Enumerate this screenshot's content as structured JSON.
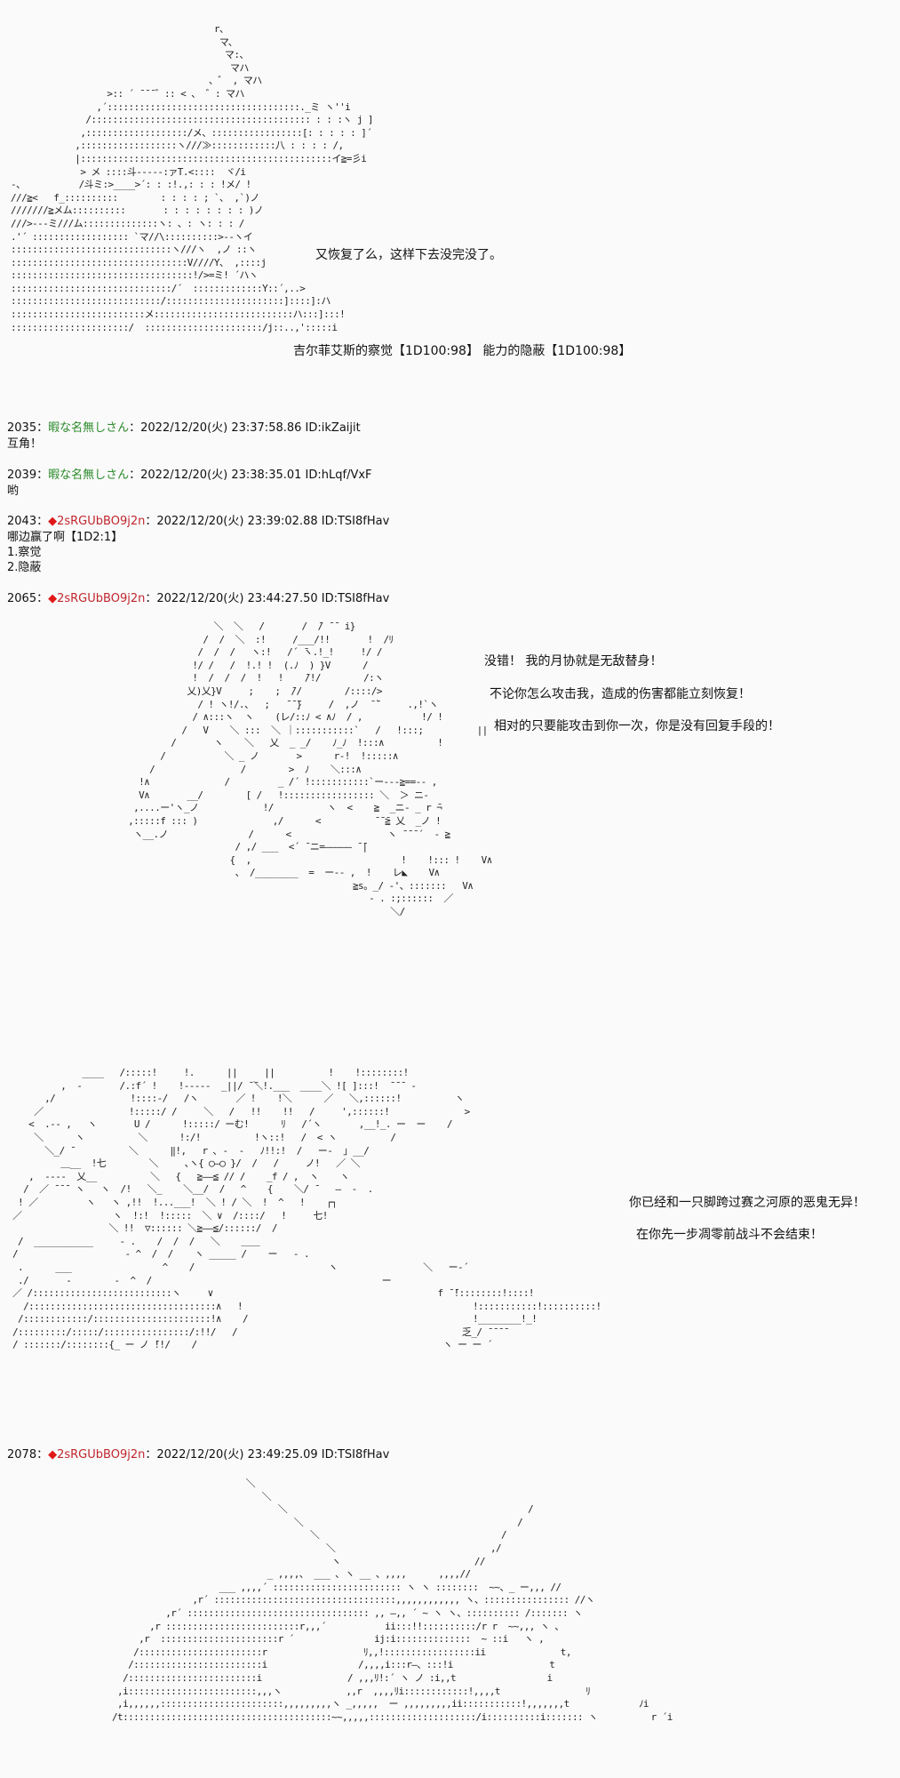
{
  "colors": {
    "background": "#fafafa",
    "text": "#111111",
    "anon_name": "#2b8a2b",
    "trip_name": "#c0262d",
    "diamond": "#e01818"
  },
  "scene1": {
    "aa_left": "                                       r、\n                                        マ、\n                                         マ:、\n                                          マハ\n                                      、゛ , マハ\n                   >:: ´ ̄ ̄ ̄ ゛:: < 、 ゛: マハ\n                 ,´::::::::::::::::::::::::::::::::::::._ミ ヽ''i\n               /::::::::::::::::::::::::::::::::::::::::: : : :ヽ j ]\n              ,:::::::::::::::::::/メ、:::::::::::::::::[: : : : : ]´\n             ,::::::::::::::::::ヽ///≫::::::::::::八 : : : : /,\n             |:::::::::::::::::::::::::::::::::::::::::::::::イ≧=彡i\n              > メ ::::斗-----:ァT.<::::  ヾ/i\n -、          /斗ミ:>____>´: : :!.,: : : !メ/ !\n ///≧<   f_::::::::::        : : : : ; `、 ,`)ノ\n ///////≧メム::::::::::       : : : : : : : : )ノ\n ///>---ミ///ム::::::::::::::ヽ: 、: ヽ: : : /\n .'´ :::::::::::::::::: `マ//\\::::::::::>--ヽイ\n ::::::::::::::::::::::::::::::ヽ///ヽ  ,ノ ::ヽ\n :::::::::::::::::::::::::::::::::V////Y、 ,::::j\n ::::::::::::::::::::::::::::::::::!/>=ミ! ´ハヽ\n ::::::::::::::::::::::::::::::/´  :::::::::::::Y::´,..>\n ::::::::::::::::::::::::::::/::::::::::::::::::::::]::::]:ハ\n :::::::::::::::::::::::::メ::::::::::::::::::::::::::ハ:::]:::!\n ::::::::::::::::::::::/  ::::::::::::::::::::::/j::..,':::::i",
    "dialogue_1": "又恢复了么，这样下去没完没了。",
    "dialogue_2": "吉尔菲艾斯的察觉【1D100:98】 能力的隐蔽【1D100:98】"
  },
  "posts": [
    {
      "number": "2035",
      "name": "暇な名無しさん",
      "date": "2022/12/20(火) 23:37:58.86",
      "id": "ID:ikZaijit",
      "body": "互角！"
    },
    {
      "number": "2039",
      "name": "暇な名無しさん",
      "date": "2022/12/20(火) 23:38:35.01",
      "id": "ID:hLqf/VxF",
      "body": "哟"
    },
    {
      "number": "2043",
      "diamond": "◆",
      "name": "2sRGUbBO9j2n",
      "date": "2022/12/20(火) 23:39:02.88",
      "id": "ID:TSI8fHav",
      "body": "哪边赢了啊【1D2:1】",
      "choices": [
        "1.察觉",
        "2.隐蔽"
      ]
    },
    {
      "number": "2065",
      "diamond": "◆",
      "name": "2sRGUbBO9j2n",
      "date": "2022/12/20(火) 23:44:27.50",
      "id": "ID:TSI8fHav"
    },
    {
      "number": "2078",
      "diamond": "◆",
      "name": "2sRGUbBO9j2n",
      "date": "2022/12/20(火) 23:49:25.09",
      "id": "ID:TSI8fHav"
    }
  ],
  "separator": "：",
  "scene2": {
    "aa": "                    ＼  ＼   /       /  ̄/ ̄ ̄  i}\n                  /  /  ＼  :!     /___/!!       !  /ﾘ\n                 /  /  /   ヽ:!   /´ ̄ヽ.!_!     !/ /\n                !/ /   /  !.! !  (.ﾉ  ) }V      /\n                !  /  /  /  !   !    ̄/!/        /:ヽ\n               乂)乂}V     ;    ;  ̄//        /::::/>\n                 / ! ヽ!/.、  ;   ̄ ̄ ̄}     /  ,ノ  ̄ ̄`     .,!`ヽ\n                / ∧:::ヽ  ヽ    (レ/::ﾉ < ∧ﾉ  / ,           !/ !\n              /   V    ＼ :::  ＼ ｜:::::::::::`   /   !:::;          ||\n            /       ヽ    ＼   乂  _ _/    ﾉ_ﾉ  !:::∧          !\n          /           ＼ _ ノ       >      r-!  !:::::∧\n        /                /        >  ﾉ    ＼:::∧\n      !∧              /         _ /´ !:::::::::::`ー---≧==-- ,\n      V∧       __/        [ /   !::::::::::::::::: ＼  ＞ ニ-\n     ,....ー'ヽ_ノ            !/          ヽ  <    ≧  _ニ- _ r ̄¬\n    ,:::::f ::: )              ,/      <          ̄ ̄ ̄≧ 乂  _ノ !\n     ヽ__.ノ               /      <                  ヽ ̄ ̄ ̄ ´  - ≧\n                        / ,/ ___  <´ ̄ ニ=――――― ̄ ̄|\n                       {  ,                            !    !::: !    V∧\n                        、 /________  =  ー-- ,  !    レ◣    V∧\n                                              ≧s。_/ -'、:::::::   V∧\n                                                 - . :;::::::  ／\n                                                     ＼/",
    "dialogue_1": "没错！  我的月协就是无敌替身！",
    "dialogue_2": "不论你怎么攻击我，造成的伤害都能立刻恢复！",
    "dialogue_3": "相对的只要能攻击到你一次，你是没有回复手段的！"
  },
  "scene3": {
    "aa": "              ____   /:::::!     !.      ||     ||          !    !::::::::!\n          ,  -       /.:f´ !    !-----  _||/ ̄ ̄＼!.___  ____＼ ![ ]:::!  ̄ ̄ ̄  -\n       ,/              !::::-/   /ヽ       ／ !    !＼      ／   ＼,::::::!          ヽ\n     ／                !:::::/ /     ＼   /   !!    !!   /     ',::::::!              >\n    <  .-- ,   ヽ       U /      !:::::/ ーむ!      ﾘ   /´ヽ       ,__!_. ー  ー    /\n     ＼      ヽ          ＼      !:/!          !ヽ::!   /  < ヽ          /\n       ＼_/ ̄           ＼      ‖!,   r ､ -  -   ﾉ!!:!  /   ー-  ｣ __/\n          ＿__  !七        ＼     ､ヽ{ ◯―◯ }/  /   /     ノ!   ／ ＼\n    ,  ----  乂__          ＼   {   ≧――≦ // /    _f / ,  ヽ    ヽ\n   /  ／ ̄ ̄ ̄  ヽ   ヽ  /!   ＼_    ＼__/  /   ^    {    ＼/ ̄    ―  -  .\n  ! ／         ヽ   ヽ ,!!  !...___!  ＼ ! / ＼  !  ^   !    ┌┐\n ／                 ヽ  !:!  !:::::  ＼ ∨  /::::/   !     七!\n                   ＼ !!  ▽:::::: ＼≧――≦/::::::/  /  \n  /  ___________     - .    /  /  /   ＼    ＿＿\n /                    - ^  /  /    ヽ _____ /    ー   - .\n  .      ___                 ^    /                         ヽ                ＼   ー-´\n  ./       -        -  ^  /                                           ー \n ／ /::::::::::::::::::::::::::ヽ     ∨                                          f ̄ ̄!::::::::!::::!\n   /:::::::::::::::::::::::::::::::::::∧   !                                           !:::::::::::!::::::::::!\n  /::::::::::::/::::::::::::::::::::::!∧    /                                          !________!_!\n /:::::::::/:::::/::::::::::::::::/:!!/   /                                          乏_/ ̄ ̄ ̄ ̄\n / :::::::/::::::::{_ ー ノ ̄!!/    /                                              ヽ ー ー ´",
    "dialogue_1": "你已经和一只脚跨过赛之河原的恶鬼无异！",
    "dialogue_2": "在你先一步凋零前战斗不会结束！"
  },
  "scene4": {
    "aa": "                          ＼\n                             ＼\n                                ＼                                             /\n                                   ＼                                        /\n                                      ＼                                  /\n                                         ＼                             ,/\n                                          ヽ                         //\n                              _ ,,,,、 ___ ､ ヽ __ 、,,,,      ,,,,//\n                     ___ ,,,,´ :::::::::::::::::::::::: ヽ ヽ ::::::::  ~~、_ ー,,, //\n                ,r´ ::::::::::::::::::::::::::::::::::,,,,,,,,,,,, ヽ、:::::::::::::::: //ヽ\n           ,r´ :::::::::::::::::::::::::::::::::: ,, ―,, ´ ~ ヽ ヽ、:::::::::: /::::::: ヽ\n        ,r :::::::::::::::::::::::::r,,,´           ii:::!!::::::::::/r r  ~~,,, ヽ 、\n      ,r  ::::::::::::::::::::::r ´               ij:i::::::::::::::  ~ ::i   ヽ ,\n     /:::::::::::::::::::::::r                  ﾘ,,!:::::::::::::::::ii              t,\n    /::::::::::::::::::::::::i                 /,,,,i:::r―、:::!i                  t\n   /::::::::::::::::::::::::i                / ,,,ﾘ!:´ ヽ ノ :i,,t                 i\n  ,i::::::::::::::::::::::::,,,ヽ            ,,r  ,,,,ﾘi::::::::::::!,,,,t                ﾘ\n  ,i,,,,,,:::::::::::::::::::::::,,,,,,,,,ヽ _,,,,,  ー ,,,,,,,,,ii:::::::::::!,,,,,,,t             ﾉi\n /t:::::::::::::::::::::::::::::::::::::::~~,,,,,::::::::::::::::::::/i::::::::::i::::::: ヽ          r ´i"
  }
}
